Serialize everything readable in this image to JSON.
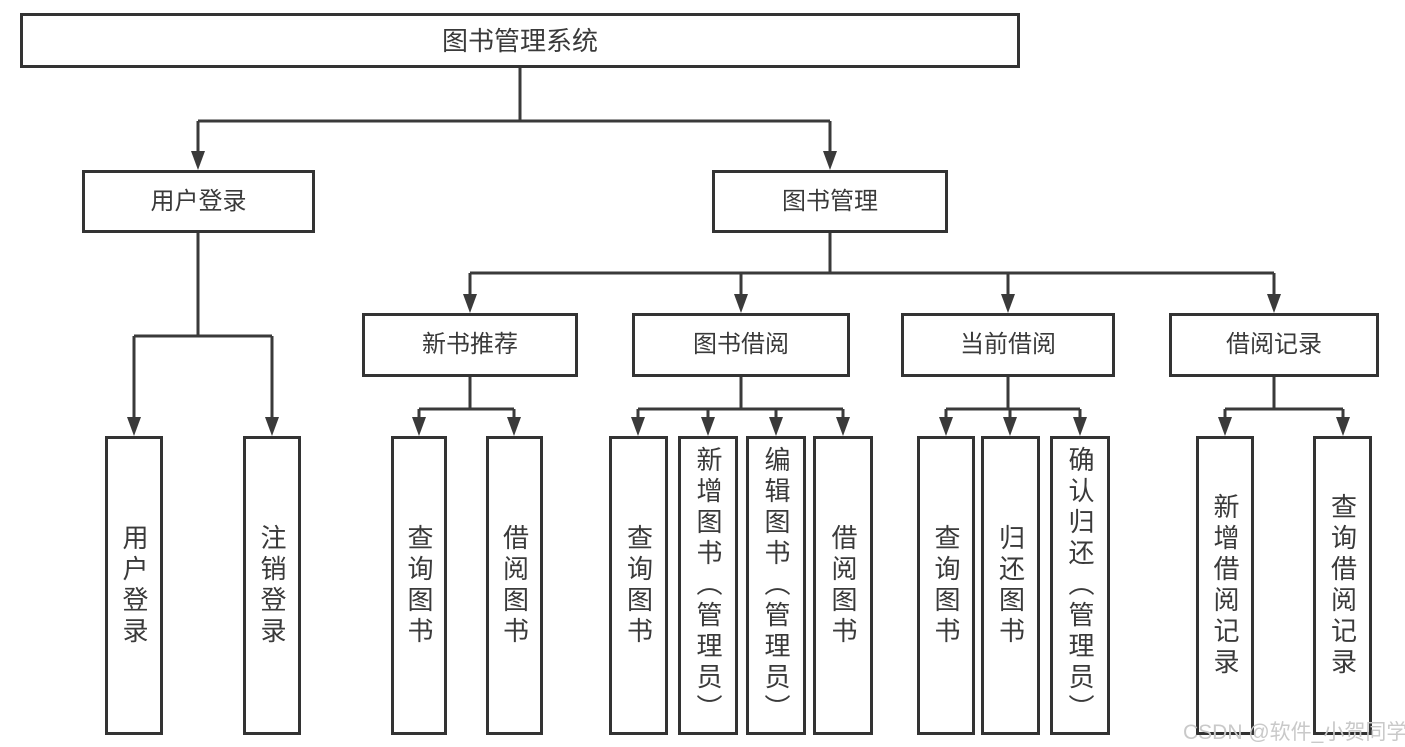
{
  "diagram": {
    "type": "hierarchy-tree",
    "title": "图书管理系统",
    "nodes": {
      "root": {
        "label": "图书管理系统"
      },
      "user_login": {
        "label": "用户登录"
      },
      "book_mgmt": {
        "label": "图书管理"
      },
      "login": {
        "label": "用户登录"
      },
      "logout": {
        "label": "注销登录"
      },
      "new_book_rec": {
        "label": "新书推荐"
      },
      "book_borrow": {
        "label": "图书借阅"
      },
      "current_borrow": {
        "label": "当前借阅"
      },
      "borrow_records": {
        "label": "借阅记录"
      },
      "query_books_1": {
        "label": "查询图书"
      },
      "borrow_books_1": {
        "label": "借阅图书"
      },
      "query_books_2": {
        "label": "查询图书"
      },
      "add_books": {
        "label": "新增图书（管理员）"
      },
      "edit_books": {
        "label": "编辑图书（管理员）"
      },
      "borrow_books_2": {
        "label": "借阅图书"
      },
      "query_books_3": {
        "label": "查询图书"
      },
      "return_books": {
        "label": "归还图书"
      },
      "confirm_return": {
        "label": "确认归还（管理员）"
      },
      "add_borrow_record": {
        "label": "新增借阅记录"
      },
      "query_borrow_record": {
        "label": "查询借阅记录"
      }
    },
    "edges": [
      [
        "root",
        "user_login"
      ],
      [
        "root",
        "book_mgmt"
      ],
      [
        "user_login",
        "login"
      ],
      [
        "user_login",
        "logout"
      ],
      [
        "book_mgmt",
        "new_book_rec"
      ],
      [
        "book_mgmt",
        "book_borrow"
      ],
      [
        "book_mgmt",
        "current_borrow"
      ],
      [
        "book_mgmt",
        "borrow_records"
      ],
      [
        "new_book_rec",
        "query_books_1"
      ],
      [
        "new_book_rec",
        "borrow_books_1"
      ],
      [
        "book_borrow",
        "query_books_2"
      ],
      [
        "book_borrow",
        "add_books"
      ],
      [
        "book_borrow",
        "edit_books"
      ],
      [
        "book_borrow",
        "borrow_books_2"
      ],
      [
        "current_borrow",
        "query_books_3"
      ],
      [
        "current_borrow",
        "return_books"
      ],
      [
        "current_borrow",
        "confirm_return"
      ],
      [
        "borrow_records",
        "add_borrow_record"
      ],
      [
        "borrow_records",
        "query_borrow_record"
      ]
    ],
    "colors": {
      "background": "#ffffff",
      "box_fill": "#ffffff",
      "box_border": "#333333",
      "line": "#3a3a3a",
      "text": "#3a3a3a",
      "watermark": "#c9c9c9"
    }
  },
  "watermark": {
    "text": "CSDN @软件_小贺同学"
  }
}
